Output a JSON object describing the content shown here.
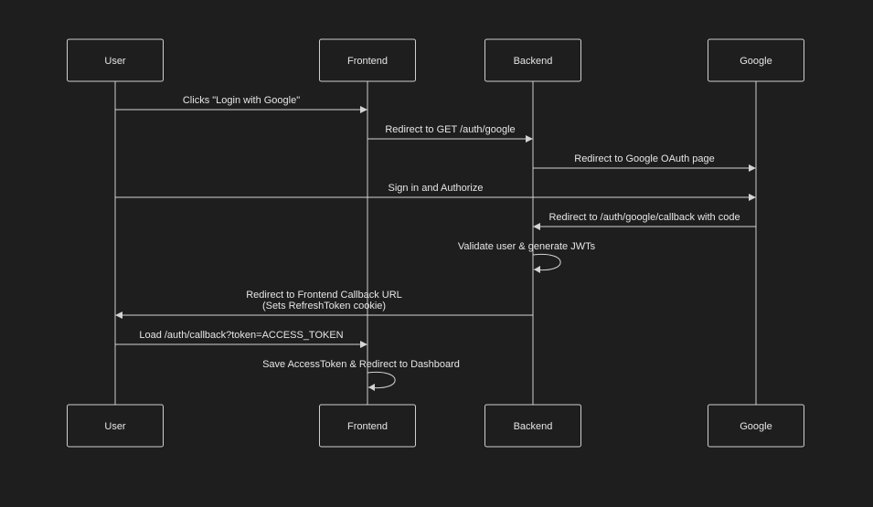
{
  "diagram": {
    "type": "sequence",
    "colors": {
      "background": "#1e1e1e",
      "stroke": "#cfcfcf",
      "text": "#e6e6e6"
    },
    "actors": [
      {
        "id": "user",
        "label": "User"
      },
      {
        "id": "frontend",
        "label": "Frontend"
      },
      {
        "id": "backend",
        "label": "Backend"
      },
      {
        "id": "google",
        "label": "Google"
      }
    ],
    "messages": [
      {
        "from": "user",
        "to": "frontend",
        "lines": [
          "Clicks \"Login with Google\""
        ]
      },
      {
        "from": "frontend",
        "to": "backend",
        "lines": [
          "Redirect to GET /auth/google"
        ]
      },
      {
        "from": "backend",
        "to": "google",
        "lines": [
          "Redirect to Google OAuth page"
        ]
      },
      {
        "from": "user",
        "to": "google",
        "lines": [
          "Sign in and Authorize"
        ]
      },
      {
        "from": "google",
        "to": "backend",
        "lines": [
          "Redirect to /auth/google/callback with code"
        ]
      },
      {
        "from": "backend",
        "to": "backend",
        "lines": [
          "Validate user & generate JWTs"
        ]
      },
      {
        "from": "backend",
        "to": "user",
        "lines": [
          "Redirect to Frontend Callback URL",
          "(Sets RefreshToken cookie)"
        ]
      },
      {
        "from": "user",
        "to": "frontend",
        "lines": [
          "Load /auth/callback?token=ACCESS_TOKEN"
        ]
      },
      {
        "from": "frontend",
        "to": "frontend",
        "lines": [
          "Save AccessToken & Redirect to Dashboard"
        ]
      }
    ]
  }
}
